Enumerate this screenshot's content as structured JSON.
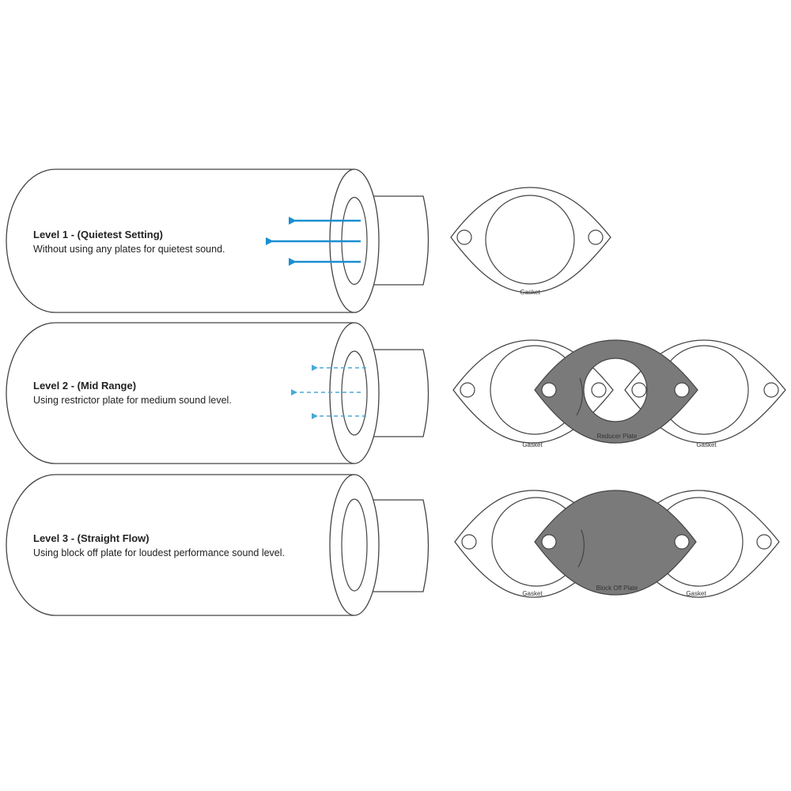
{
  "colors": {
    "arrow": "#1a8fd1",
    "outline": "#444444",
    "plate_fill": "#7a7a7a",
    "text": "#222222"
  },
  "levels": [
    {
      "title": "Level 1 - (Quietest Setting)",
      "description": "Without using any plates for quietest sound.",
      "flow_arrows": "solid",
      "parts": [
        "Gasket"
      ]
    },
    {
      "title": "Level 2 - (Mid Range)",
      "description": "Using restrictor plate for medium sound level.",
      "flow_arrows": "dashed",
      "parts": [
        "Gasket",
        "Reducer Plate",
        "Gasket"
      ]
    },
    {
      "title": "Level 3 - (Straight Flow)",
      "description": "Using block off plate for loudest performance sound level.",
      "flow_arrows": "none",
      "parts": [
        "Gasket",
        "Block Off Plate",
        "Gasket"
      ]
    }
  ]
}
